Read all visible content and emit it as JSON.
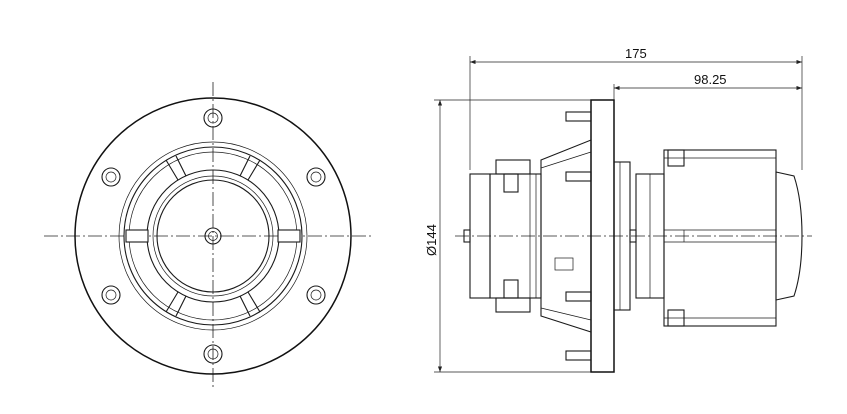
{
  "drawing": {
    "dim_total_length": "175",
    "dim_partial_length": "98.25",
    "dim_flange_diameter": "Ø144"
  },
  "colors": {
    "line": "#1a1a1a",
    "background": "#ffffff"
  }
}
